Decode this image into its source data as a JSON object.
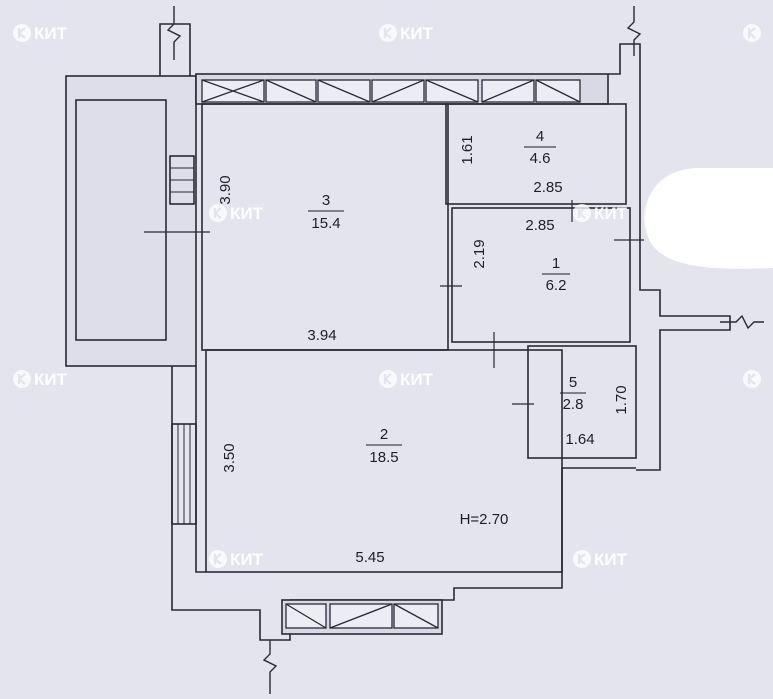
{
  "watermark": {
    "text": "КИТ",
    "color": "#ffffff"
  },
  "rooms": [
    {
      "number": "3",
      "area": "15.4"
    },
    {
      "number": "4",
      "area": "4.6"
    },
    {
      "number": "1",
      "area": "6.2"
    },
    {
      "number": "2",
      "area": "18.5"
    },
    {
      "number": "5",
      "area": "2.8"
    }
  ],
  "dimensions": {
    "room3_height": "3.90",
    "room3_width": "3.94",
    "room4_height": "1.61",
    "room4_width": "2.85",
    "room1_width": "2.85",
    "room1_height": "2.19",
    "room2_height": "3.50",
    "room2_width": "5.45",
    "room5_height": "1.70",
    "room5_width": "1.64"
  },
  "ceiling_height": "H=2.70",
  "colors": {
    "background": "#e4e4ef",
    "wall_line": "#2a2a36",
    "wall_fill": "#d9d9e6"
  }
}
